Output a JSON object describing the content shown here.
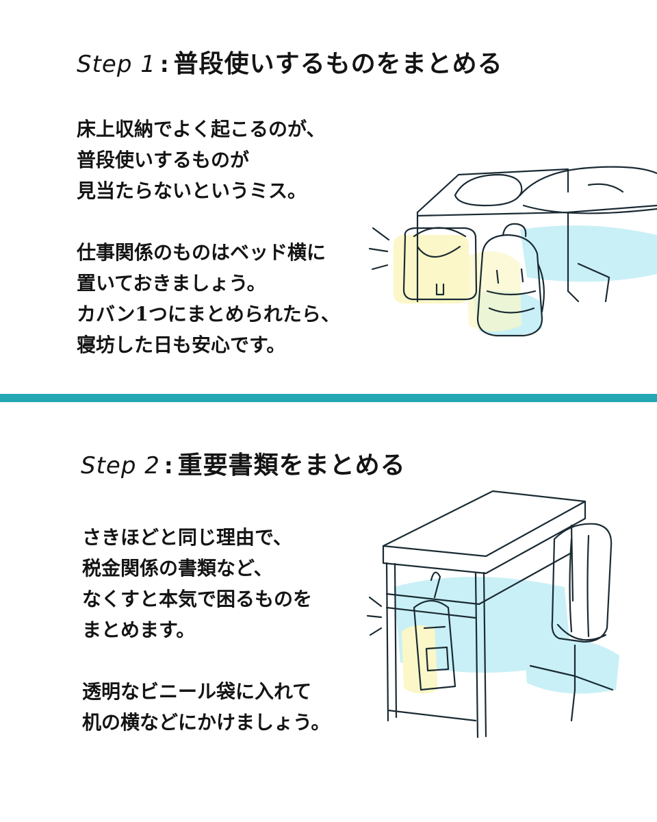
{
  "steps": [
    {
      "label": "Step 1",
      "colon": ":",
      "heading": "普段使いするものをまとめる",
      "paragraphs": [
        [
          "床上収納でよく起こるのが、",
          "普段使いするものが",
          "見当たらないというミス。"
        ],
        [
          "仕事関係のものはベッド横に",
          "置いておきましょう。",
          "カバン1つにまとめられたら、",
          "寝坊した日も安心です。"
        ]
      ]
    },
    {
      "label": "Step 2",
      "colon": ":",
      "heading": "重要書類をまとめる",
      "paragraphs": [
        [
          "さきほどと同じ理由で、",
          "税金関係の書類など、",
          "なくすと本気で困るものを",
          "まとめます。"
        ],
        [
          "透明なビニール袋に入れて",
          "机の横などにかけましょう。"
        ]
      ]
    }
  ],
  "colors": {
    "divider": "#24a7b3",
    "accent_blue": "#c9f0f6",
    "accent_yellow": "#fbf7c8"
  },
  "illustrations": [
    "bed-with-bags-illustration",
    "desk-with-hanging-bag-illustration"
  ]
}
